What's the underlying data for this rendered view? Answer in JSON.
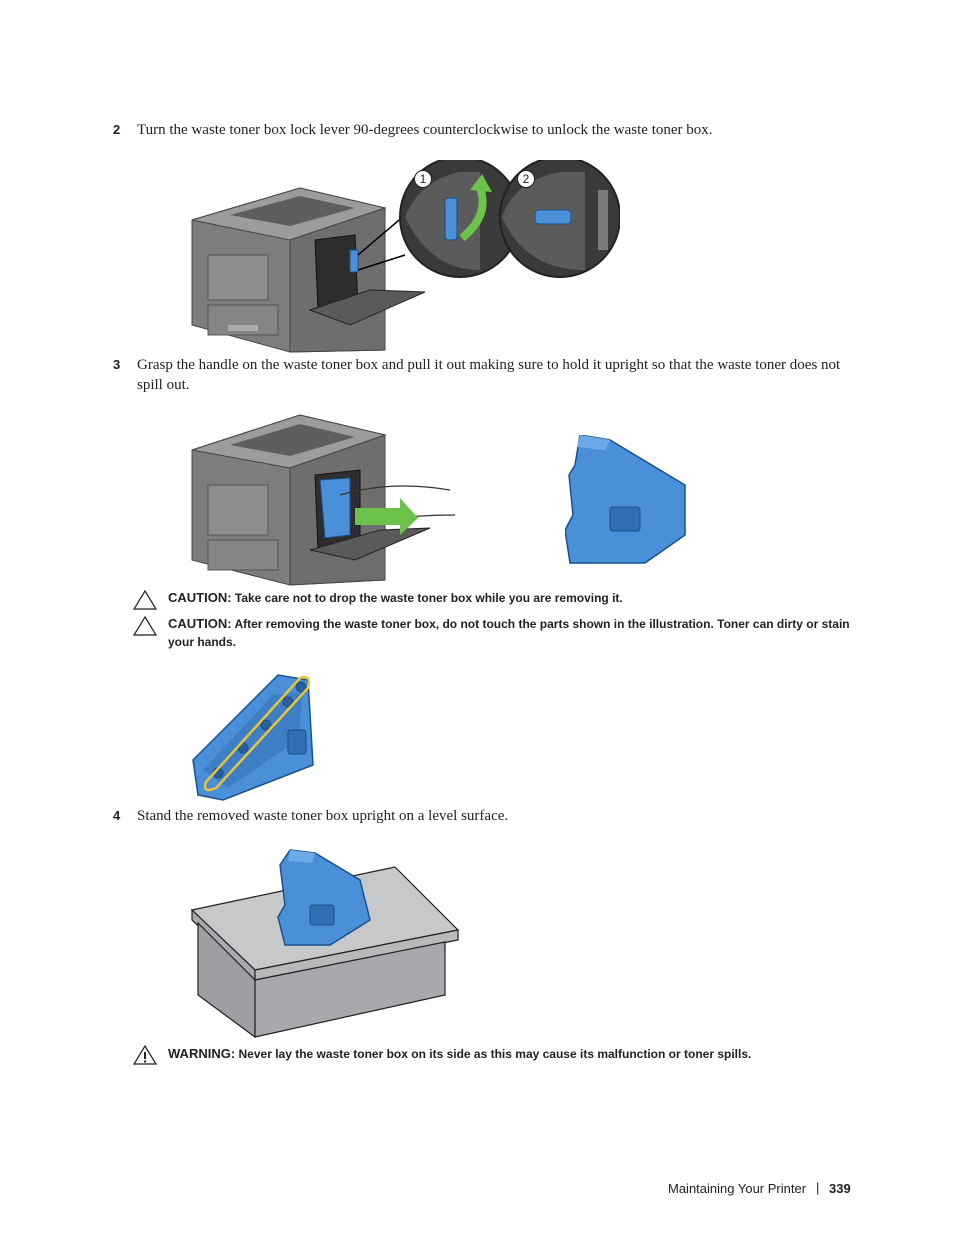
{
  "steps": [
    {
      "number": "2",
      "text": "Turn the waste toner box lock lever 90-degrees counterclockwise to unlock the waste toner box."
    },
    {
      "number": "3",
      "text": "Grasp the handle on the waste toner box and pull it out making sure to hold it upright so that the waste toner does not spill out."
    },
    {
      "number": "4",
      "text": "Stand the removed waste toner box upright on a level surface."
    }
  ],
  "callouts": {
    "one": "1",
    "two": "2"
  },
  "notices": [
    {
      "keyword": "CAUTION:",
      "text": "Take care not to drop the waste toner box while you are removing it."
    },
    {
      "keyword": "CAUTION:",
      "text": "After removing the waste toner box, do not touch the parts shown in the illustration. Toner can dirty or stain your hands."
    },
    {
      "keyword": "WARNING:",
      "text": "Never lay the waste toner box on its side as this may cause its malfunction or toner spills."
    }
  ],
  "footer": {
    "section": "Maintaining Your Printer",
    "separator": "|",
    "page": "339"
  },
  "colors": {
    "toner_blue": "#4a90d9",
    "arrow_green": "#6cc24a",
    "highlight_yellow": "#e8c43a",
    "printer_gray": "#8a8a8a"
  },
  "icons": [
    "caution-triangle-icon",
    "warning-triangle-icon"
  ]
}
